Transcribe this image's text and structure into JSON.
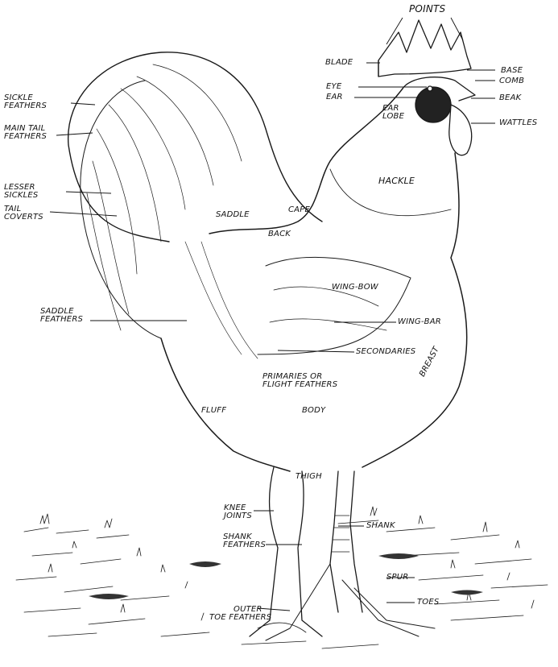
{
  "labels": {
    "points": "POINTS",
    "blade": "BLADE",
    "base": "BASE",
    "comb": "COMB",
    "eye": "EYE",
    "ear": "EAR",
    "ear_lobe": [
      "EAR",
      "LOBE"
    ],
    "beak": "BEAK",
    "wattles": "WATTLES",
    "sickle_feathers": [
      "SICKLE",
      "FEATHERS"
    ],
    "main_tail_feathers": [
      "MAIN TAIL",
      "FEATHERS"
    ],
    "lesser_sickles": [
      "LESSER",
      "SICKLES"
    ],
    "tail_coverts": [
      "TAIL",
      "COVERTS"
    ],
    "hackle": "HACKLE",
    "saddle": "SADDLE",
    "cape": "CAPE",
    "back": "BACK",
    "wing_bow": "WING-BOW",
    "saddle_feathers": [
      "SADDLE",
      "FEATHERS"
    ],
    "wing_bar": "WING-BAR",
    "secondaries": "SECONDARIES",
    "primaries": [
      "PRIMARIES or",
      "FLIGHT FEATHERS"
    ],
    "breast": "BREAST",
    "fluff": "FLUFF",
    "body": "BODY",
    "thigh": "THIGH",
    "knee_joints": [
      "KNEE",
      "JOINTS"
    ],
    "shank": "SHANK",
    "shank_feathers": [
      "SHANK",
      "FEATHERS"
    ],
    "spur": "SPUR",
    "toes": "TOES",
    "outer_toe_feathers": [
      "OUTER",
      "TOE FEATHERS"
    ]
  }
}
